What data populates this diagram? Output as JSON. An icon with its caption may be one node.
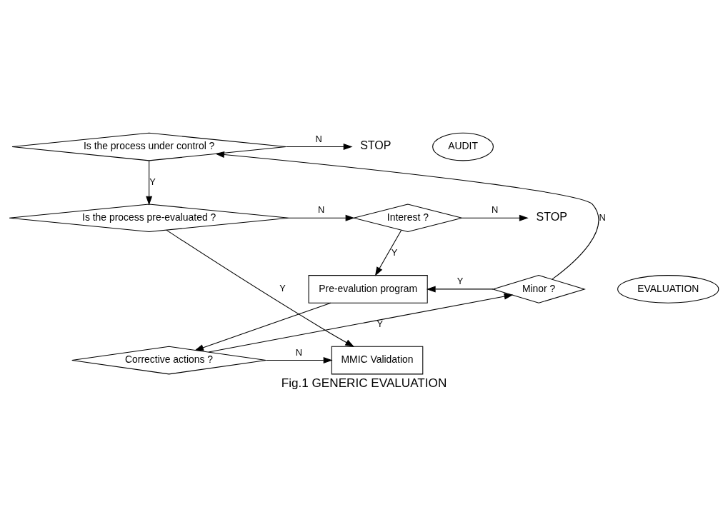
{
  "diagram": {
    "caption": "Fig.1 GENERIC EVALUATION",
    "nodes": [
      {
        "text": [
          "Is the process under control ?"
        ]
      },
      {
        "text": [
          "STOP"
        ]
      },
      {
        "text": [
          "AUDIT"
        ]
      },
      {
        "text": [
          "Is the process pre-evaluated ?"
        ]
      },
      {
        "text": [
          "Interest ?"
        ]
      },
      {
        "text": [
          "STOP"
        ]
      },
      {
        "text": [
          "EVALUATION"
        ]
      },
      {
        "text": [
          "Pre-evalution program"
        ]
      },
      {
        "text": [
          "Minor ?"
        ]
      },
      {
        "text": [
          "MMIC Validation"
        ]
      },
      {
        "text": [
          "Corrective actions ?"
        ]
      }
    ],
    "edges": [
      {
        "from": 0,
        "to": 1,
        "arrow": "to",
        "label": "N"
      },
      {
        "from": 0,
        "to": 3,
        "arrow": "to",
        "label": "Y"
      },
      {
        "from": 3,
        "to": 4,
        "arrow": "to",
        "label": "N"
      },
      {
        "from": 4,
        "to": 5,
        "arrow": "to",
        "label": "N"
      },
      {
        "from": 4,
        "to": 7,
        "arrow": "to",
        "label": "Y"
      },
      {
        "from": 3,
        "to": 9,
        "arrow": "to",
        "label": "Y"
      },
      {
        "from": 7,
        "to": 10,
        "arrow": "to"
      },
      {
        "from": 10,
        "to": 9,
        "arrow": "to",
        "label": "N"
      },
      {
        "from": 10,
        "to": 8,
        "arrow": "to",
        "label": "Y"
      },
      {
        "from": 8,
        "to": 7,
        "arrow": "to",
        "label": "Y"
      },
      {
        "from": 8,
        "to": 0,
        "arrow": "to",
        "label": "N"
      }
    ]
  }
}
